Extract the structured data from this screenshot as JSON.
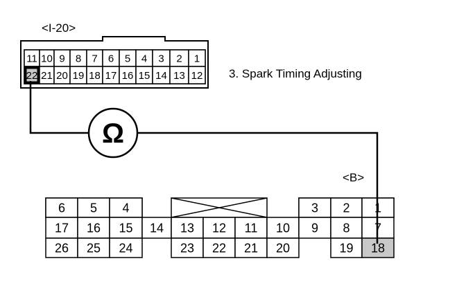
{
  "connector_top": {
    "label": "<I-20>",
    "row1": [
      "11",
      "10",
      "9",
      "8",
      "7",
      "6",
      "5",
      "4",
      "3",
      "2",
      "1"
    ],
    "row2": [
      "22",
      "21",
      "20",
      "19",
      "18",
      "17",
      "16",
      "15",
      "14",
      "13",
      "12"
    ],
    "probed_pin": "22"
  },
  "step_text": "3. Spark Timing Adjusting",
  "meter": {
    "symbol": "Ω"
  },
  "connector_bottom": {
    "label": "<B>",
    "left_block": {
      "row1": [
        "6",
        "5",
        "4"
      ],
      "row2": [
        "17",
        "16",
        "15",
        "14"
      ],
      "row3": [
        "26",
        "25",
        "24"
      ]
    },
    "middle_block": {
      "row2": [
        "13",
        "12",
        "11",
        "10"
      ],
      "row3": [
        "23",
        "22",
        "21",
        "20"
      ]
    },
    "right_block": {
      "row1": [
        "3",
        "2",
        "1"
      ],
      "row2": [
        "9",
        "8",
        "7"
      ],
      "row3": [
        "19",
        "18"
      ]
    },
    "probed_pin": "18"
  },
  "colors": {
    "line": "#000000",
    "highlight": "#c8c8c8",
    "background": "#ffffff"
  }
}
